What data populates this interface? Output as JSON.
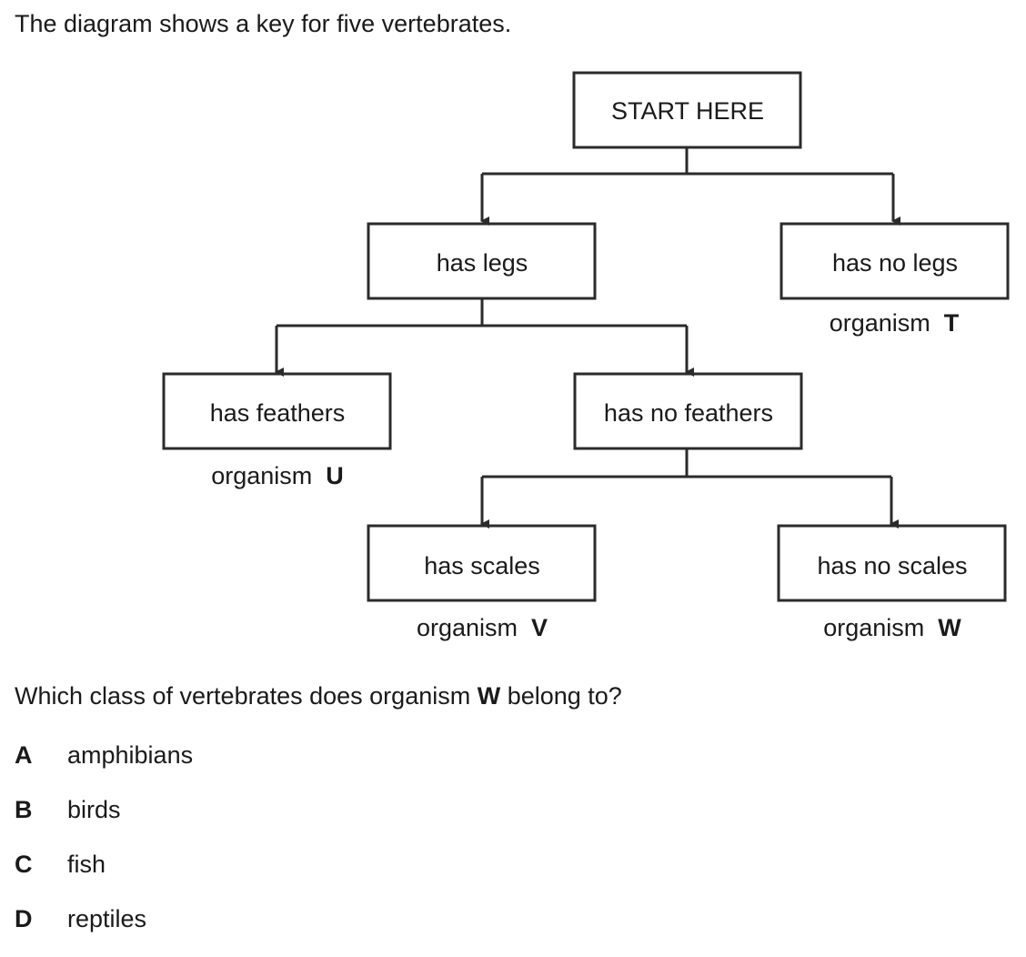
{
  "intro": "The diagram shows a key for five vertebrates.",
  "key": {
    "start": "START HERE",
    "has_legs": "has legs",
    "has_no_legs": "has no legs",
    "has_feathers": "has feathers",
    "has_no_feathers": "has no feathers",
    "has_scales": "has scales",
    "has_no_scales": "has no scales"
  },
  "organism_prefix": "organism",
  "organisms": {
    "T": "T",
    "U": "U",
    "V": "V",
    "W": "W"
  },
  "question": {
    "text_before": "Which class of vertebrates does organism ",
    "letter": "W",
    "text_after": " belong to?"
  },
  "options": [
    {
      "letter": "A",
      "text": "amphibians"
    },
    {
      "letter": "B",
      "text": "birds"
    },
    {
      "letter": "C",
      "text": "fish"
    },
    {
      "letter": "D",
      "text": "reptiles"
    }
  ]
}
